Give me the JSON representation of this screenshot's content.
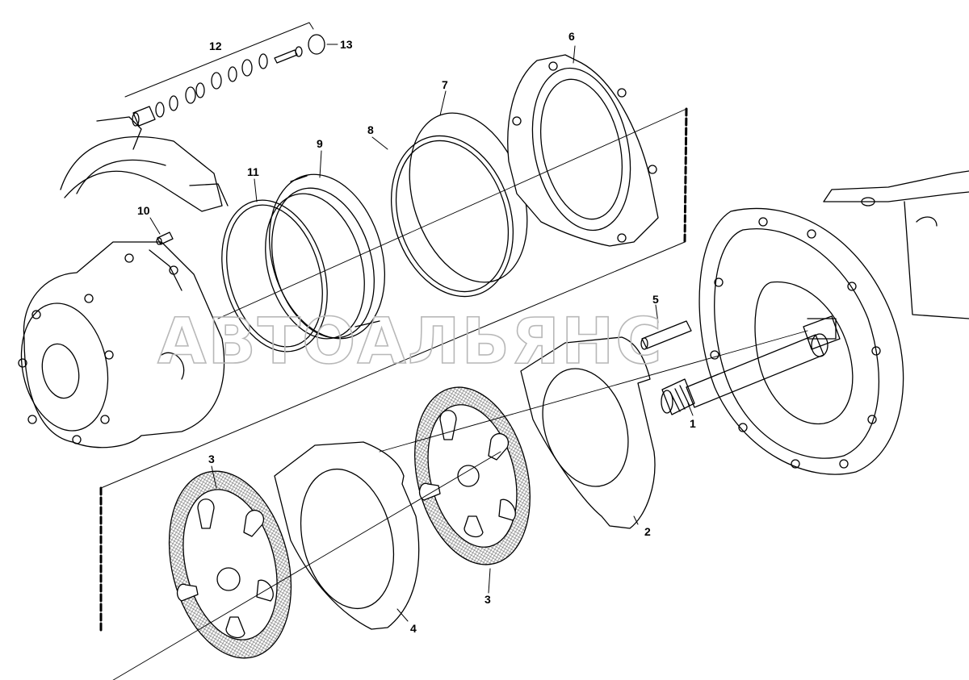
{
  "diagram": {
    "callouts": {
      "c1": "1",
      "c2": "2",
      "c3a": "3",
      "c3b": "3",
      "c4": "4",
      "c5": "5",
      "c6": "6",
      "c7": "7",
      "c8": "8",
      "c9": "9",
      "c10": "10",
      "c11": "11",
      "c12": "12",
      "c13": "13"
    },
    "watermark": "АВТОАЛЬЯНС"
  }
}
